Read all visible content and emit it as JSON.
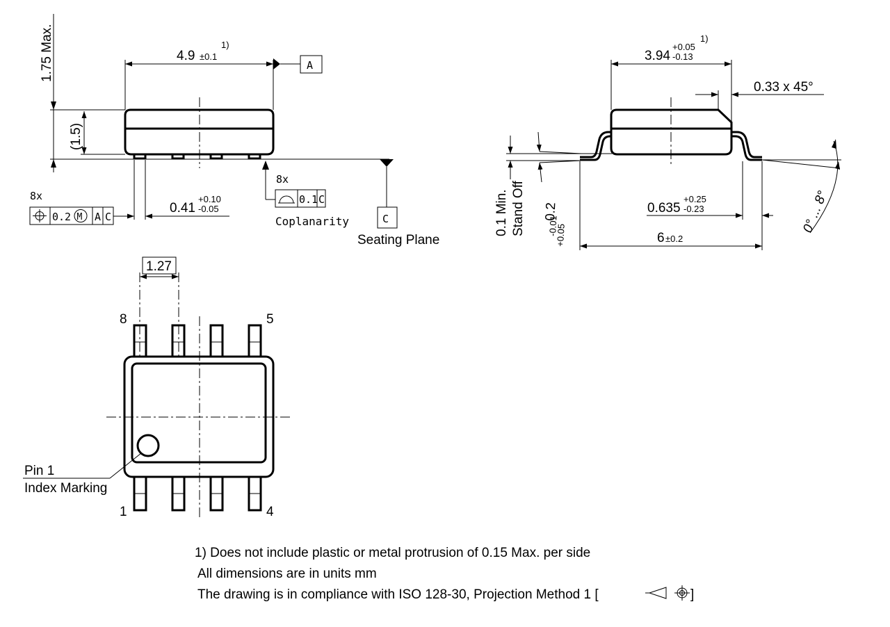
{
  "side_view": {
    "height_max": "1.75 Max.",
    "body_length": "4.9",
    "body_length_tol": "±0.1",
    "body_length_note": "1)",
    "datum_a": "A",
    "body_height_ref": "(1.5)",
    "lead_width_count": "8x",
    "lead_width": "0.41",
    "lead_width_tol_upper": "+0.10",
    "lead_width_tol_lower": "-0.05",
    "position_tol_symbol": "⌖",
    "position_tol_value": "0.2",
    "position_tol_modifier": "M",
    "position_datum_1": "A",
    "position_datum_2": "C",
    "coplanarity_count": "8x",
    "coplanarity_value": "0.1",
    "coplanarity_datum": "C",
    "coplanarity_label": "Coplanarity",
    "datum_c": "C",
    "seating_plane_label": "Seating Plane"
  },
  "end_view": {
    "body_width": "3.94",
    "body_width_tol_upper": "+0.05",
    "body_width_tol_lower": "-0.13",
    "body_width_note": "1)",
    "chamfer": "0.33 x 45°",
    "standoff_value": "0.1 Min.",
    "standoff_label": "Stand Off",
    "lead_thickness": "0.2",
    "lead_thickness_tol_upper": "+0.05",
    "lead_thickness_tol_lower": "-0.01",
    "foot_length": "0.635",
    "foot_length_tol_upper": "+0.25",
    "foot_length_tol_lower": "-0.23",
    "overall_width": "6",
    "overall_width_tol": "±0.2",
    "angle_range": "0° ... 8°"
  },
  "top_view": {
    "pitch": "1.27",
    "pin_8": "8",
    "pin_5": "5",
    "pin_1": "1",
    "pin_4": "4",
    "pin1_label_line1": "Pin 1",
    "pin1_label_line2": "Index Marking"
  },
  "notes": {
    "line1": "1) Does not include plastic or metal protrusion of 0.15 Max. per side",
    "line2": "All dimensions are in units mm",
    "line3": "The drawing is in compliance with ISO 128-30, Projection Method 1 ["
  }
}
